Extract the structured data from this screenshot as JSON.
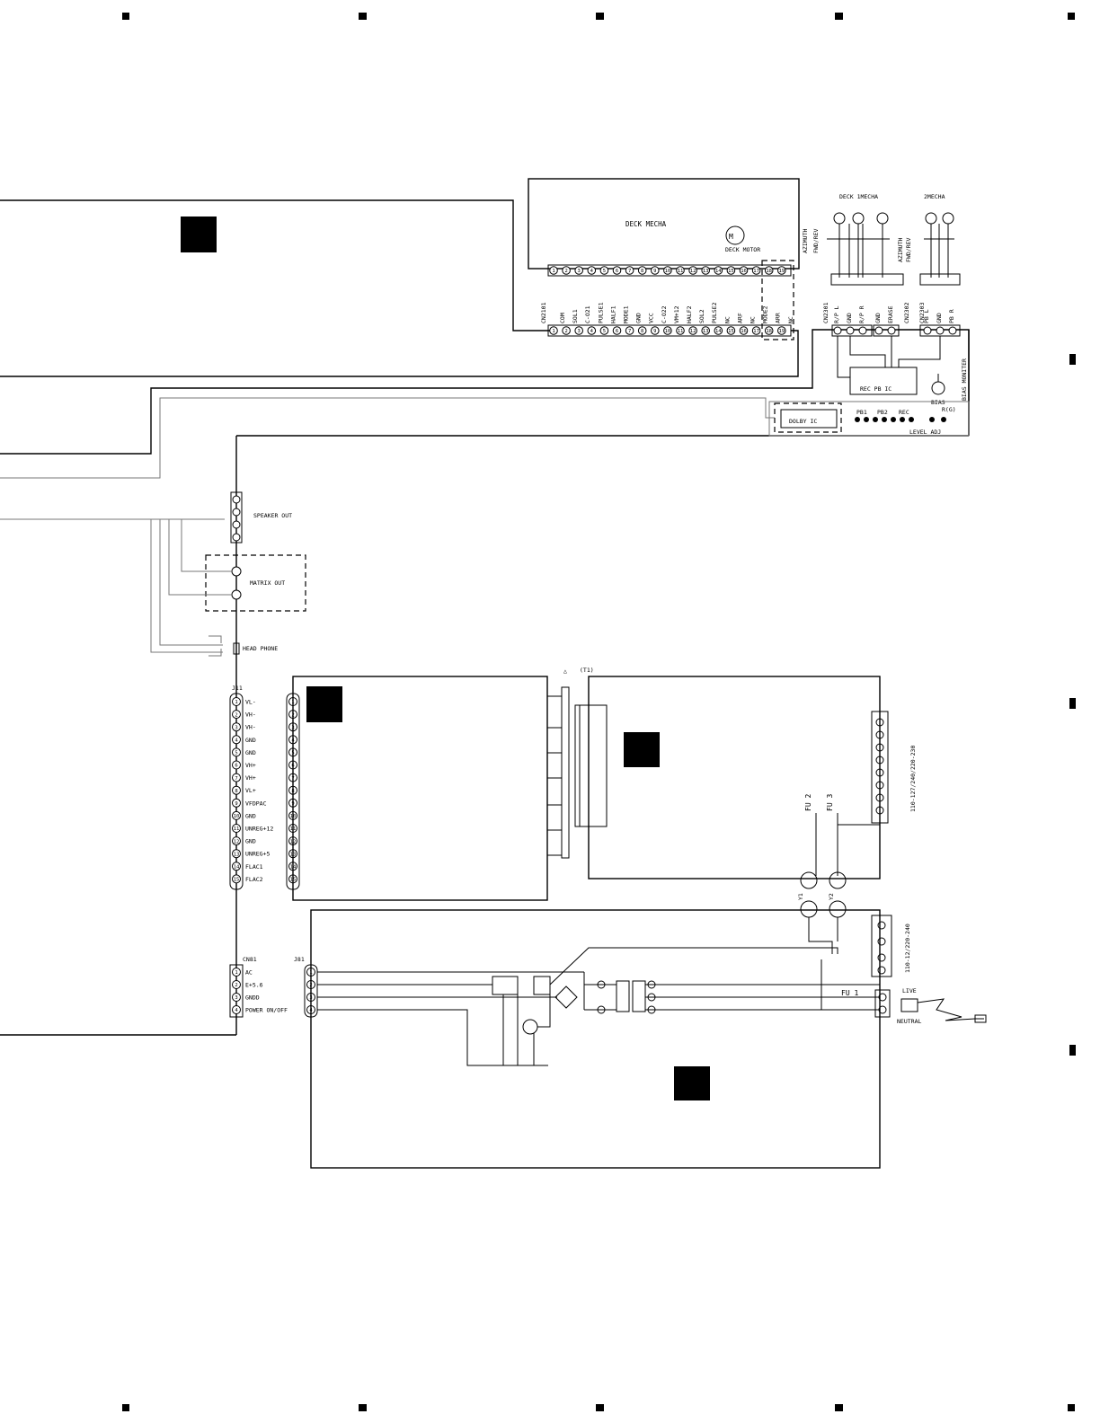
{
  "deck_mecha": {
    "title": "DECK MECHA",
    "motor_label": "DECK MOTOR",
    "cn_label": "CN2101",
    "pins": [
      "COM",
      "SOL1",
      "C-O21",
      "PULSE1",
      "HALF1",
      "MODE1",
      "GND",
      "VCC",
      "C-O22",
      "VM+12",
      "HALF2",
      "SOL2",
      "PULSE2",
      "NC",
      "ARF",
      "NC",
      "MODE2",
      "ARR",
      "NC"
    ]
  },
  "heads": {
    "deck1": "DECK 1MECHA",
    "deck2": "2MECHA",
    "azimuth1": "AZIMUTH",
    "fwd_rev1": "FWD/REV",
    "azimuth2": "AZIMUTH",
    "fwd_rev2": "FWD/REV"
  },
  "cn2301": {
    "label": "CN2301",
    "pins": [
      "R/P L",
      "GND",
      "R/P R"
    ]
  },
  "cn2302": {
    "label": "CN2302",
    "pins": [
      "GND",
      "ERASE"
    ]
  },
  "cn2303": {
    "label": "CN2303",
    "pins": [
      "PB L",
      "GND",
      "PB R"
    ]
  },
  "ic_blocks": {
    "rec_pb": "REC PB IC",
    "dolby": "DOLBY IC",
    "bias": "BIAS",
    "bias_monitor": "BIAS MONITER",
    "pb1": "PB1",
    "pb2": "PB2",
    "rec": "REC",
    "r_g": "R(G)",
    "level_adj": "LEVEL ADJ"
  },
  "outputs": {
    "speaker": "SPEAKER OUT",
    "matrix": "MATRIX OUT",
    "headphone": "HEAD PHONE"
  },
  "j11": {
    "label": "J11",
    "pins": [
      "VL-",
      "VH-",
      "VH-",
      "GND",
      "GND",
      "VH+",
      "VH+",
      "VL+",
      "VFDPAC",
      "GND",
      "UNREG+12",
      "GND",
      "UNREG+5",
      "FLAC1",
      "FLAC2"
    ]
  },
  "cn81": {
    "label": "CN81",
    "j_label": "J81",
    "pins": [
      "AC",
      "E+5.6",
      "GNDD",
      "POWER ON/OFF"
    ]
  },
  "transformer": {
    "label": "(T1)",
    "voltage_top": "110-127/240/220-230",
    "voltage_bottom": "110-12/220-240",
    "fu2": "FU 2",
    "fu3": "FU 3",
    "fu1": "FU 1",
    "y1": "Y1",
    "y2": "Y2"
  },
  "mains": {
    "live": "LIVE",
    "neutral": "NEUTRAL"
  },
  "circled_numbers": [
    "1",
    "2",
    "3",
    "4",
    "5",
    "6",
    "7",
    "8",
    "9",
    "10",
    "11",
    "12",
    "13",
    "14",
    "15",
    "16",
    "17",
    "18",
    "19"
  ]
}
